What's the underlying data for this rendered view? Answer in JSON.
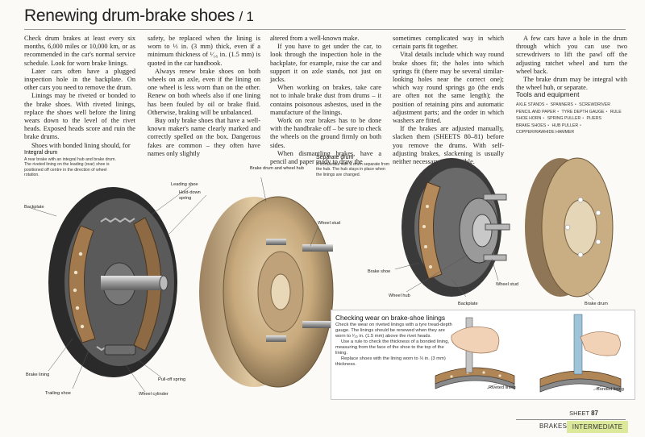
{
  "title": {
    "main": "Renewing drum-brake shoes",
    "part": "/ 1"
  },
  "body": {
    "c1": [
      "Check drum brakes at least every six months, 6,000 miles or 10,000 km, or as recommended in the car's normal service schedule. Look for worn brake linings.",
      "Later cars often have a plugged inspection hole in the backplate. On other cars you need to remove the drum.",
      "Linings may be riveted or bonded to the brake shoes. With riveted linings, replace the shoes well before the lining wears down to the level of the rivet heads. Exposed heads score and ruin the brake drums.",
      "Shoes with bonded lining should, for"
    ],
    "c2": [
      "safety, be replaced when the lining is worn to ⅓ in. (3 mm) thick, even if a minimum thickness of ¹⁄₁₆ in. (1.5 mm) is quoted in the car handbook.",
      "Always renew brake shoes on both wheels on an axle, even if the lining on one wheel is less worn than on the other. Renew on both wheels also if one lining has been fouled by oil or brake fluid. Otherwise, braking will be unbalanced.",
      "Buy only brake shoes that have a well-known maker's name clearly marked and correctly spelled on the box. Dangerous fakes are common – they often have names only slightly"
    ],
    "c3": [
      "altered from a well-known make.",
      "If you have to get under the car, to look through the inspection hole in the backplate, for example, raise the car and support it on axle stands, not just on jacks.",
      "When working on brakes, take care not to inhale brake dust from drums – it contains poisonous asbestos, used in the manufacture of the linings.",
      "Work on rear brakes has to be done with the handbrake off – be sure to check the wheels on the ground firmly on both sides.",
      "When dismantling brakes, have a pencil and paper ready to draw the"
    ],
    "c4": [
      "sometimes complicated way in which certain parts fit together.",
      "Vital details include which way round brake shoes fit; the holes into which springs fit (there may be several similar-looking holes near the correct one); which way round springs go (the ends are often not the same length); the position of retaining pins and automatic adjustment parts; and the order in which washers are fitted.",
      "If the brakes are adjusted manually, slacken them (SHEETS 80–81) before you remove the drums. With self-adjusting brakes, slackening is usually neither necessary nor possible."
    ],
    "c5": [
      "A few cars have a hole in the drum through which you can use two screwdrivers to lift the pawl off the adjusting ratchet wheel and turn the wheel back.",
      "The brake drum may be integral with the wheel hub, or separate."
    ]
  },
  "tools": {
    "heading": "Tools and equipment",
    "items": [
      "AXLE STANDS",
      "SPANNERS",
      "SCREWDRIVER",
      "PENCIL AND PAPER",
      "TYRE DEPTH GAUGE",
      "RULE",
      "SHOE HORN",
      "SPRING PULLER",
      "PLIERS",
      "BRAKE SHOES",
      "HUB PULLER",
      "COPPER/RAWHIDE HAMMER"
    ]
  },
  "integral": {
    "heading": "Integral drum",
    "caption": "A rear brake with an integral hub and brake drum. The riveted lining on the leading (rear) shoe is positioned off centre in the direction of wheel rotation.",
    "labels": {
      "backplate": "Backplate",
      "leading_shoe": "Leading shoe",
      "hold_down": "Hold-down spring",
      "drum_hub": "Brake drum and wheel hub",
      "wheel_stud": "Wheel stud",
      "brake_lining": "Brake lining",
      "trailing_shoe": "Trailing shoe",
      "pull_off": "Pull-off spring",
      "wheel_cylinder": "Wheel cylinder"
    }
  },
  "separate": {
    "heading": "Separate drum",
    "caption": "A front brake with a drum separate from the hub. The hub stays in place when the linings are changed.",
    "labels": {
      "brake_shoe": "Brake shoe",
      "wheel_hub": "Wheel hub",
      "backplate": "Backplate",
      "wheel_stud": "Wheel stud",
      "brake_drum": "Brake drum"
    }
  },
  "checking": {
    "heading": "Checking wear on brake-shoe linings",
    "paras": [
      "Check the wear on riveted linings with a tyre tread-depth gauge. The linings should be renewed when they are worn to ¹⁄₁₆ in. (1.5 mm) above the rivet heads.",
      "Use a rule to check the thickness of a bonded lining, measuring from the face of the shoe to the top of the lining.",
      "Replace shoes with the lining worn to ⅓ in. (3 mm) thickness."
    ],
    "labels": {
      "riveted": "Riveted lining",
      "bonded": "Bonded lining"
    }
  },
  "footer": {
    "sheet_label": "SHEET",
    "sheet_number": "87",
    "section": "BRAKES",
    "level": "INTERMEDIATE"
  }
}
